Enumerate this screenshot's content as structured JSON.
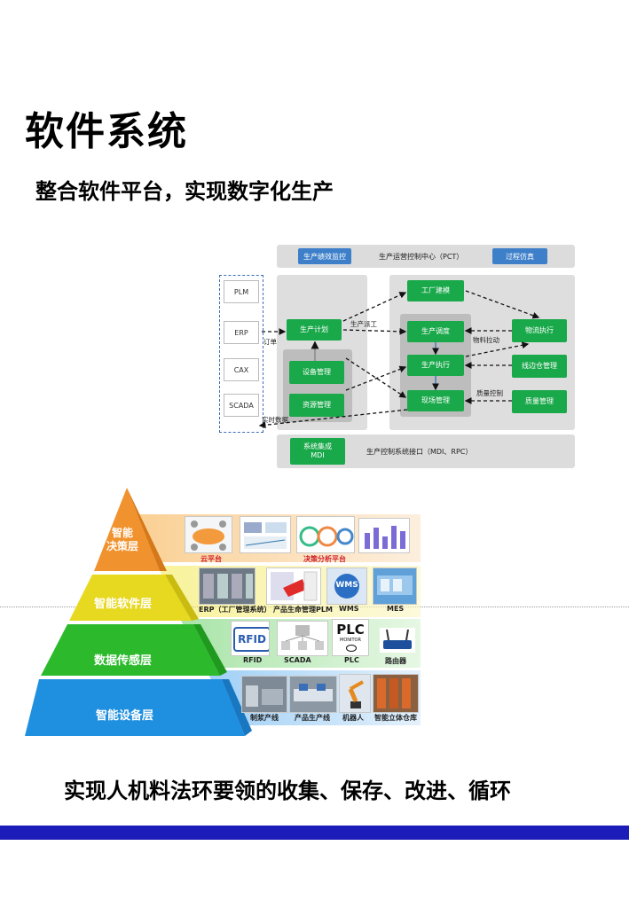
{
  "title": "软件系统",
  "subtitle": "整合软件平台，实现数字化生产",
  "architecture": {
    "top_left_button": "生产绩效监控",
    "top_center": "生产运营控制中心（PCT）",
    "top_right_button": "过程仿真",
    "side_items": [
      "PLM",
      "ERP",
      "CAX",
      "SCADA"
    ],
    "left_boxes": [
      "生产计划",
      "设备管理",
      "资源管理"
    ],
    "center_boxes": [
      "工厂建模",
      "生产调度",
      "生产执行",
      "现场管理"
    ],
    "right_boxes": [
      "物流执行",
      "线边仓管理",
      "质量管理"
    ],
    "labels": {
      "order": "订单",
      "dispatch": "生产派工",
      "material_pull": "物料拉动",
      "quality_control": "质量控制",
      "realtime_data": "实时数据"
    },
    "bottom_button": "系统集成\nMDI",
    "bottom_center": "生产控制系统接口（MDI、RPC）"
  },
  "pyramid": {
    "layers": [
      {
        "name": "智能\n决策层",
        "color": "#f0922e"
      },
      {
        "name": "智能软件层",
        "color": "#e7d820"
      },
      {
        "name": "数据传感层",
        "color": "#2cba2c"
      },
      {
        "name": "智能设备层",
        "color": "#1f8fe0"
      }
    ],
    "captions": {
      "cloud": "云平台",
      "analytics": "决策分析平台",
      "erp": "ERP（工厂管理系统）",
      "plm": "产品生命管理PLM",
      "wms": "WMS",
      "mes": "MES",
      "rfid": "RFID",
      "scada": "SCADA",
      "plc": "PLC",
      "router": "路由器",
      "line1": "制浆产线",
      "line2": "产品生产线",
      "robot": "机器人",
      "warehouse": "智能立体仓库"
    },
    "thumb_texts": {
      "rfid": "RFID",
      "plc": "PLC",
      "plc_sub": "MONITOR",
      "wms": "WMS"
    }
  },
  "bottom_text": "实现人机料法环要领的收集、保存、改进、循环",
  "colors": {
    "green": "#19a84a",
    "blue": "#3d7fc9",
    "bar": "#1c1cb8"
  }
}
